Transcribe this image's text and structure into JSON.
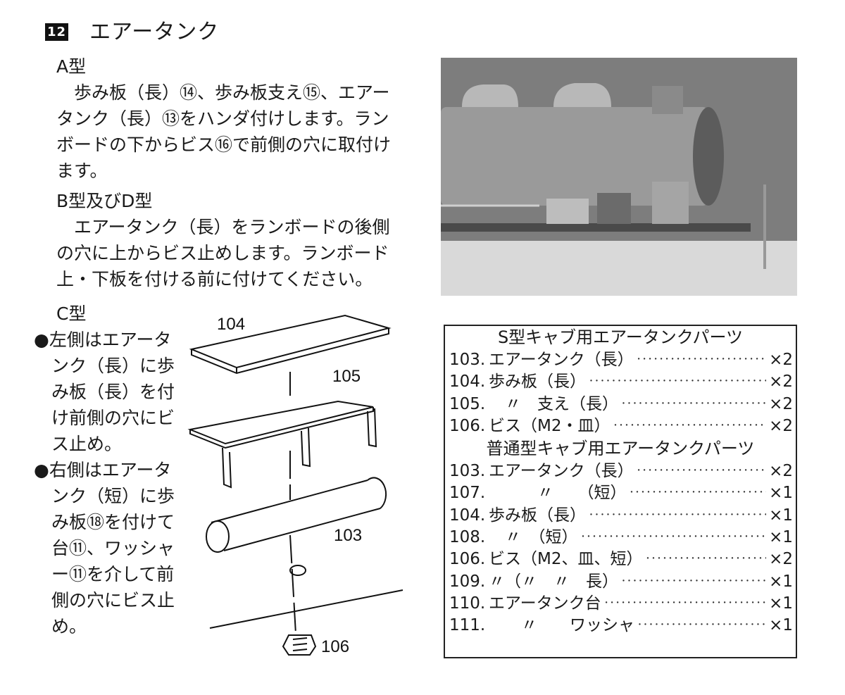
{
  "section": {
    "number": "12",
    "title": "エアータンク"
  },
  "text": {
    "type_a_heading": "A型",
    "type_a_lines": [
      "　歩み板（長）⑭、歩み板支え⑮、エアー",
      "タンク（長）⑬をハンダ付けします。ラン",
      "ボードの下からビス⑯で前側の穴に取付け",
      "ます。"
    ],
    "type_bd_heading": "B型及びD型",
    "type_bd_lines": [
      "　エアータンク（長）をランボードの後側",
      "の穴に上からビス止めします。ランボード",
      "上・下板を付ける前に付けてください。"
    ],
    "type_c_heading": "C型",
    "type_c_lines": [
      "●左側はエアータ",
      "　ンク（長）に歩",
      "　み板（長）を付",
      "　け前側の穴にビ",
      "　ス止め。",
      "●右側はエアータ",
      "　ンク（短）に歩",
      "　み板⑱を付けて",
      "　台⑪、ワッシャ",
      "　ー⑪を介して前",
      "　側の穴にビス止",
      "　め。"
    ]
  },
  "diagram": {
    "label_104": "104",
    "label_105": "105",
    "label_103": "103",
    "label_106": "106"
  },
  "parts_list": {
    "group1_title": "S型キャブ用エアータンクパーツ",
    "group1": [
      {
        "no": "103.",
        "name": "エアータンク（長）",
        "qty": "×2"
      },
      {
        "no": "104.",
        "name": "歩み板（長）",
        "qty": "×2"
      },
      {
        "no": "105.",
        "name": "　〃　支え（長）",
        "qty": "×2"
      },
      {
        "no": "106.",
        "name": "ビス（M2・皿）",
        "qty": "×2"
      }
    ],
    "group2_title": "普通型キャブ用エアータンクパーツ",
    "group2": [
      {
        "no": "103.",
        "name": "エアータンク（長）",
        "qty": "×2"
      },
      {
        "no": "107.",
        "name": "　　　〃　　（短）",
        "qty": "×1"
      },
      {
        "no": "104.",
        "name": "歩み板（長）",
        "qty": "×1"
      },
      {
        "no": "108.",
        "name": "　〃　（短）",
        "qty": "×1"
      },
      {
        "no": "106.",
        "name": "ビス（M2、皿、短）",
        "qty": "×2"
      },
      {
        "no": "109.",
        "name": "〃（〃　〃　長）",
        "qty": "×1"
      },
      {
        "no": "110.",
        "name": "エアータンク台",
        "qty": "×1"
      },
      {
        "no": "111.",
        "name": "　　〃　　ワッシャ",
        "qty": "×1"
      }
    ]
  },
  "dots": "･････････････････････････････････････････････････"
}
